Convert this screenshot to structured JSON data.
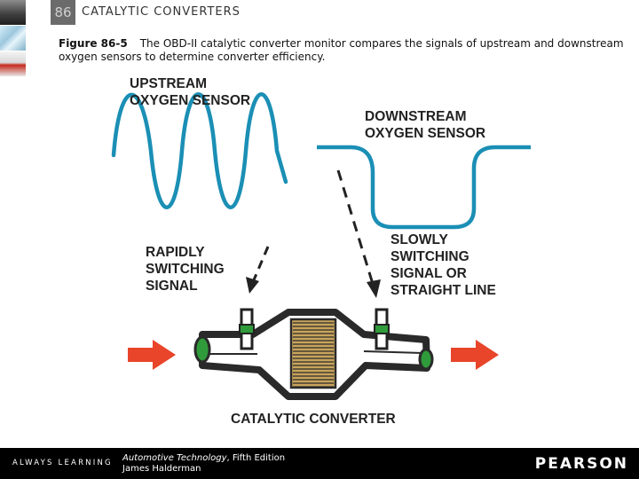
{
  "header": {
    "chapter_number": "86",
    "chapter_title": "CATALYTIC CONVERTERS"
  },
  "caption": {
    "figure_label": "Figure 86-5",
    "text": "The OBD-II catalytic converter monitor compares the signals of upstream and downstream oxygen sensors to determine converter efficiency."
  },
  "diagram": {
    "upstream_label": [
      "UPSTREAM",
      "OXYGEN SENSOR"
    ],
    "downstream_label": [
      "DOWNSTREAM",
      "OXYGEN SENSOR"
    ],
    "rapid_label": [
      "RAPIDLY",
      "SWITCHING",
      "SIGNAL"
    ],
    "slow_label": [
      "SLOWLY",
      "SWITCHING",
      "SIGNAL OR",
      "STRAIGHT LINE"
    ],
    "converter_label": "CATALYTIC CONVERTER",
    "colors": {
      "signal": "#1b8fb5",
      "pipe": "#2a2a2a",
      "sensor": "#2f9b3a",
      "arrow": "#e8452a",
      "substrate": "#c9a45c"
    }
  },
  "footer": {
    "tagline": "ALWAYS LEARNING",
    "book_title": "Automotive Technology",
    "book_edition": ", Fifth Edition",
    "author": "James Halderman",
    "publisher": "PEARSON"
  }
}
